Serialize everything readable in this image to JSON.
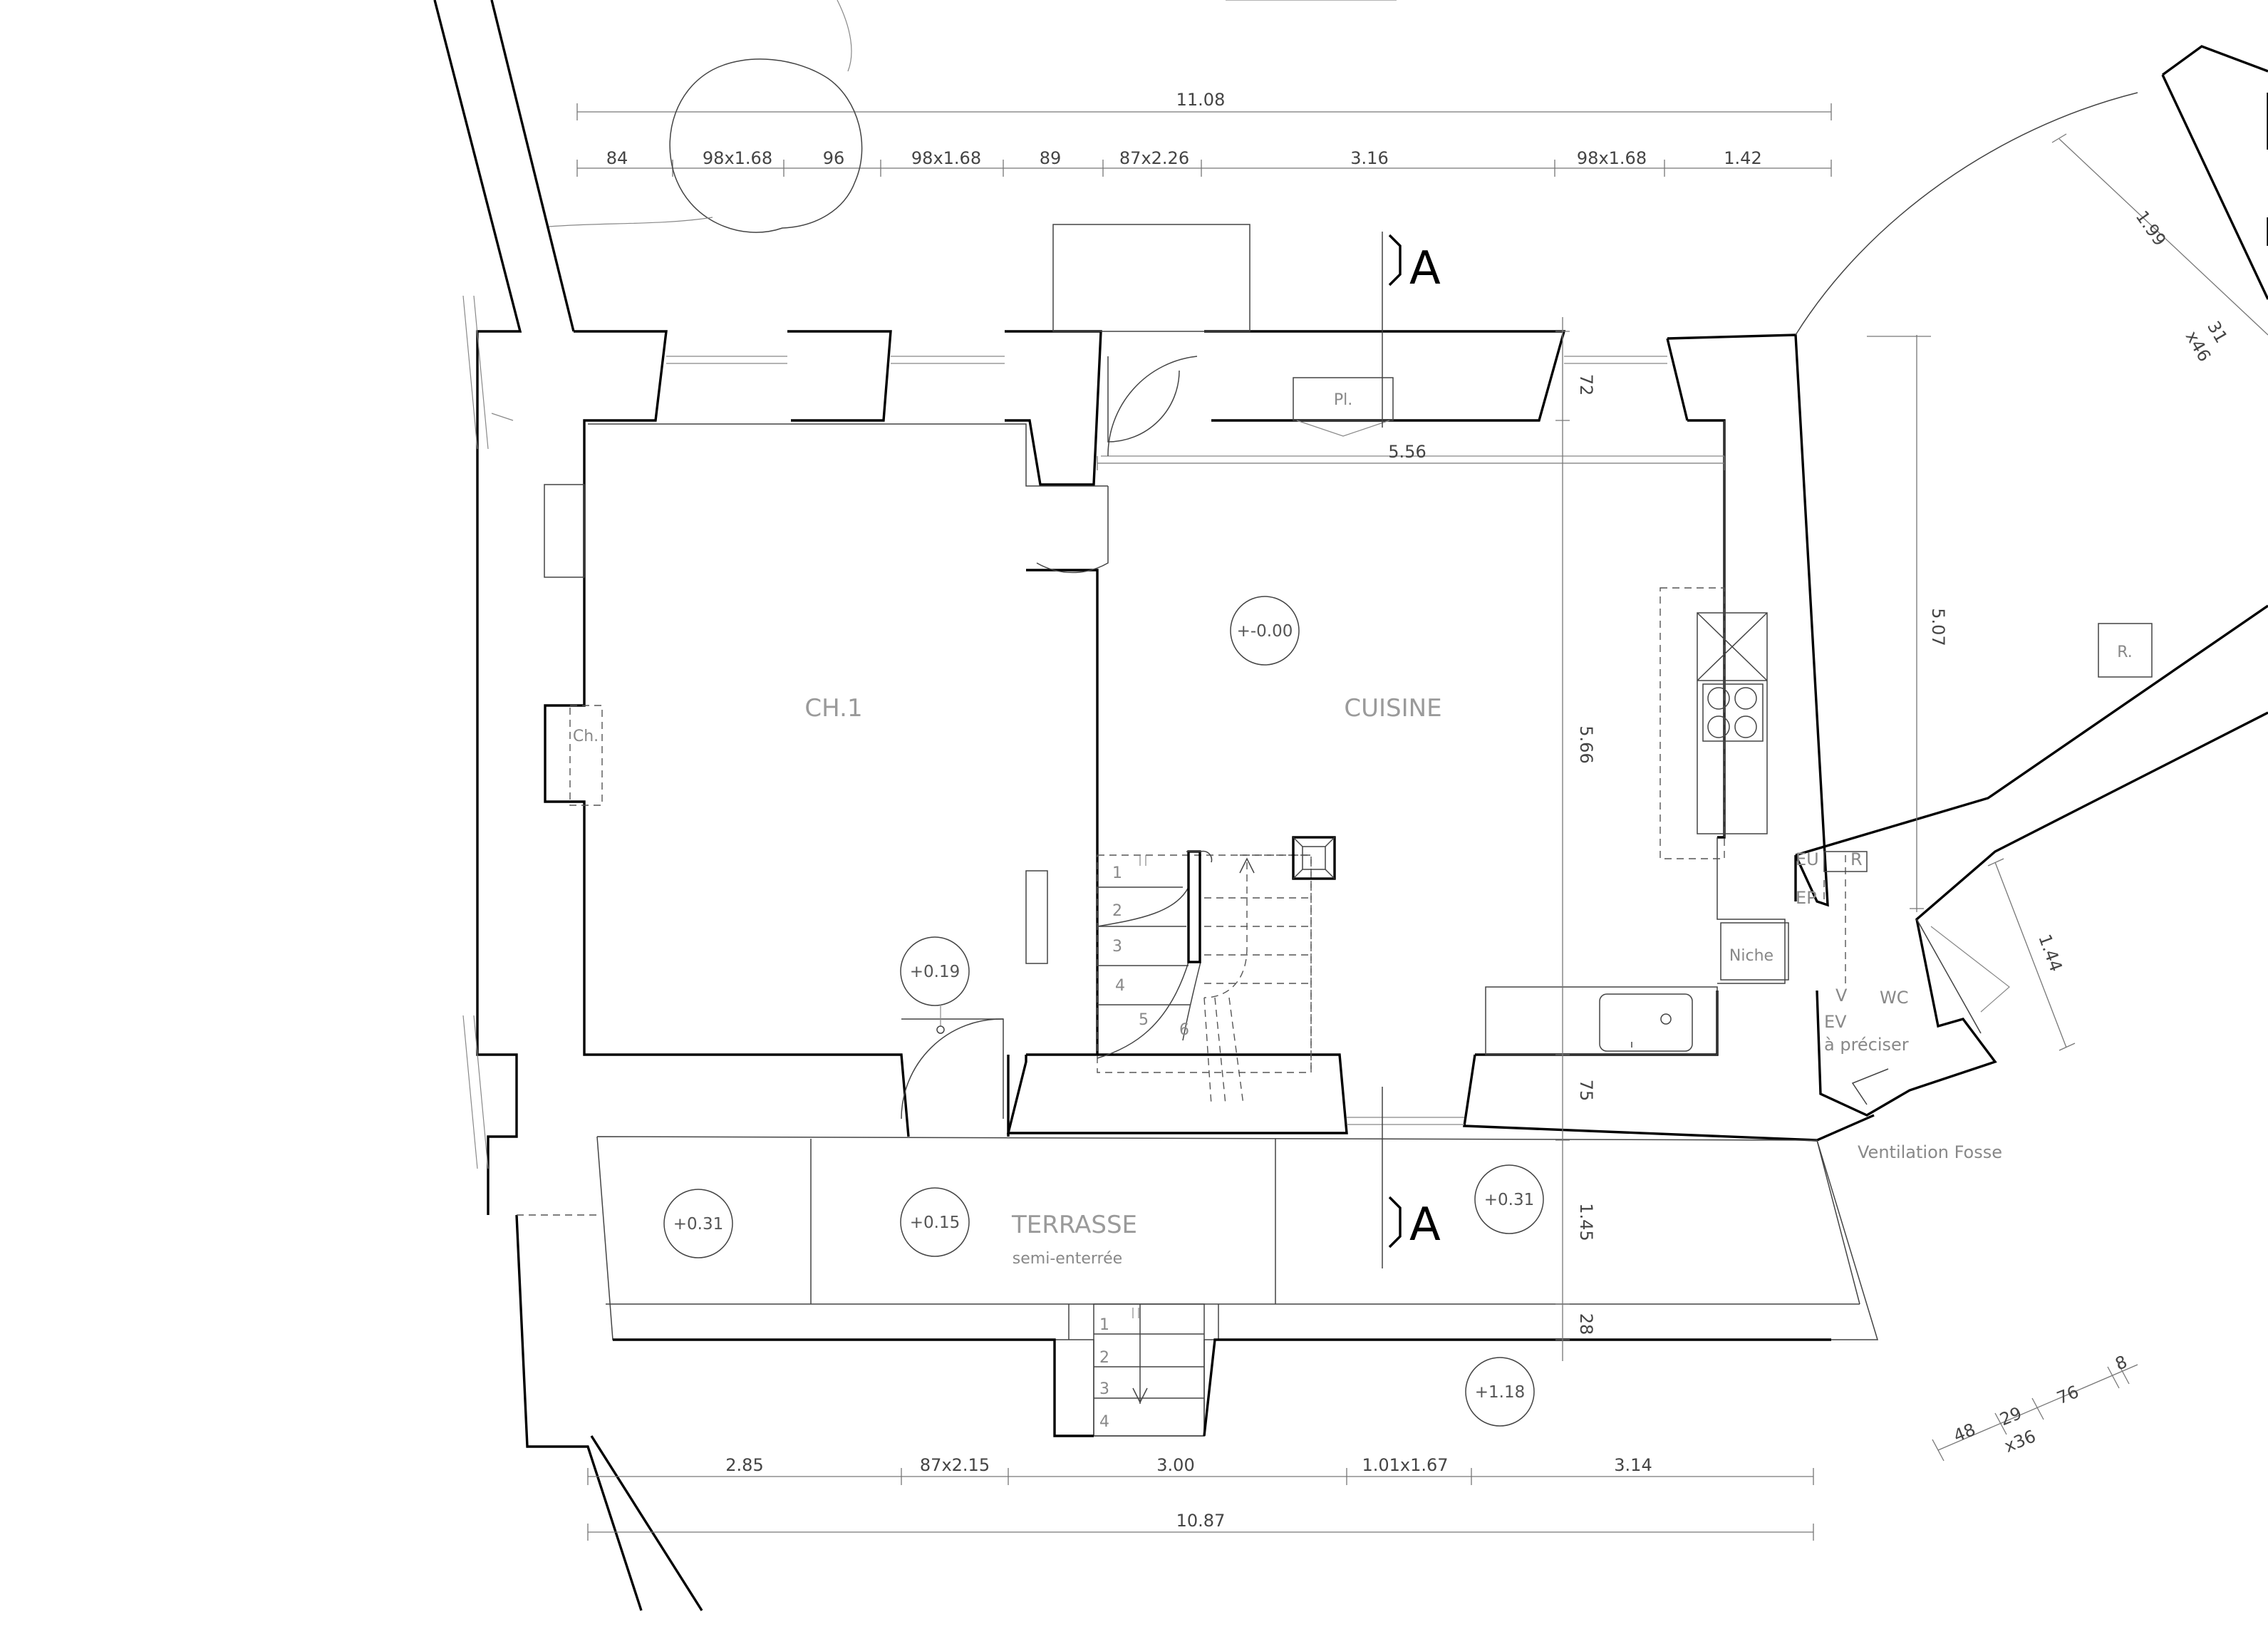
{
  "rooms": {
    "ch1": "CH.1",
    "cuisine": "CUISINE",
    "terrasse": "TERRASSE",
    "terrasse_sub": "semi-enterrée",
    "wc": "WC",
    "niche": "Niche"
  },
  "labels": {
    "pl": "Pl.",
    "ch": "Ch.",
    "r_box": "R.",
    "eu": "EU",
    "ep": "EP",
    "r_small": "R",
    "v": "V",
    "ev": "EV",
    "a_preciser": "à préciser",
    "ventilation": "Ventilation Fosse",
    "section_top": "A",
    "section_bottom": "A"
  },
  "levels": {
    "cuisine": "+-0.00",
    "ch1": "+0.19",
    "terrasse_left": "+0.31",
    "terrasse_mid": "+0.15",
    "terrasse_right": "+0.31",
    "outside": "+1.18"
  },
  "dims_top": {
    "total": "11.08",
    "d1": "84",
    "d2": "98x1.68",
    "d3": "96",
    "d4": "98x1.68",
    "d5": "89",
    "d6": "87x2.26",
    "d7": "3.16",
    "d8": "98x1.68",
    "d9": "1.42"
  },
  "dims_bottom": {
    "total": "10.87",
    "d1": "2.85",
    "d2": "87x2.15",
    "d3": "3.00",
    "d4": "1.01x1.67",
    "d5": "3.14"
  },
  "dims_inner": {
    "width": "5.56",
    "wall_top": "72",
    "height": "5.66",
    "wall_bottom": "75",
    "terrace_depth": "1.45",
    "step": "28",
    "right_height": "5.07",
    "wc_width": "1.44"
  },
  "dims_diag": {
    "d1": "1.99",
    "d2": "31",
    "d3": "x46",
    "b1": "48",
    "b2": "29",
    "b3": "x36",
    "b4": "76",
    "b5": "8"
  },
  "stairs": {
    "s1": "1",
    "s2": "2",
    "s3": "3",
    "s4": "4",
    "s5": "5",
    "s6": "6",
    "e1": "1",
    "e2": "2",
    "e3": "3",
    "e4": "4"
  }
}
